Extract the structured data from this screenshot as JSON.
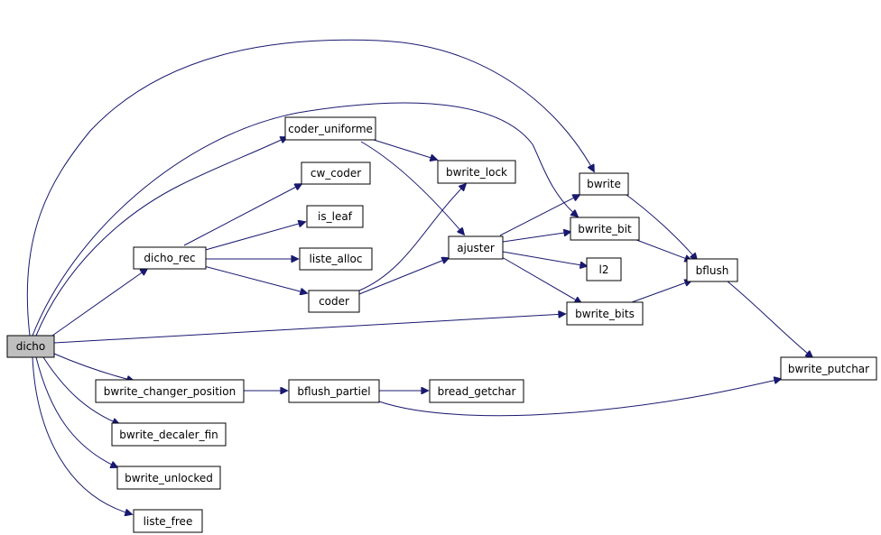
{
  "colors": {
    "edge": "#191970",
    "node_border": "#000000",
    "root_fill": "#bfbfbf",
    "node_fill": "#ffffff"
  },
  "nodes": {
    "dicho": "dicho",
    "coder_uniforme": "coder_uniforme",
    "cw_coder": "cw_coder",
    "is_leaf": "is_leaf",
    "liste_alloc": "liste_alloc",
    "coder": "coder",
    "dicho_rec": "dicho_rec",
    "bwrite_lock": "bwrite_lock",
    "ajuster": "ajuster",
    "bwrite": "bwrite",
    "bwrite_bit": "bwrite_bit",
    "l2": "l2",
    "bflush": "bflush",
    "bwrite_bits": "bwrite_bits",
    "bwrite_changer_position": "bwrite_changer_position",
    "bflush_partiel": "bflush_partiel",
    "bread_getchar": "bread_getchar",
    "bwrite_putchar": "bwrite_putchar",
    "bwrite_decaler_fin": "bwrite_decaler_fin",
    "bwrite_unlocked": "bwrite_unlocked",
    "liste_free": "liste_free"
  },
  "edges": [
    [
      "dicho",
      "bwrite"
    ],
    [
      "dicho",
      "bwrite_bit"
    ],
    [
      "dicho",
      "coder_uniforme"
    ],
    [
      "dicho",
      "dicho_rec"
    ],
    [
      "dicho",
      "bwrite_bits"
    ],
    [
      "dicho",
      "bwrite_changer_position"
    ],
    [
      "dicho",
      "bwrite_decaler_fin"
    ],
    [
      "dicho",
      "bwrite_unlocked"
    ],
    [
      "dicho",
      "liste_free"
    ],
    [
      "dicho_rec",
      "cw_coder"
    ],
    [
      "dicho_rec",
      "is_leaf"
    ],
    [
      "dicho_rec",
      "liste_alloc"
    ],
    [
      "dicho_rec",
      "coder"
    ],
    [
      "coder_uniforme",
      "bwrite_lock"
    ],
    [
      "coder_uniforme",
      "ajuster"
    ],
    [
      "coder",
      "bwrite_lock"
    ],
    [
      "coder",
      "ajuster"
    ],
    [
      "ajuster",
      "bwrite"
    ],
    [
      "ajuster",
      "bwrite_bit"
    ],
    [
      "ajuster",
      "l2"
    ],
    [
      "ajuster",
      "bwrite_bits"
    ],
    [
      "bwrite",
      "bflush"
    ],
    [
      "bwrite_bit",
      "bflush"
    ],
    [
      "bwrite_bits",
      "bflush"
    ],
    [
      "bflush",
      "bwrite_putchar"
    ],
    [
      "bwrite_changer_position",
      "bflush_partiel"
    ],
    [
      "bflush_partiel",
      "bread_getchar"
    ],
    [
      "bflush_partiel",
      "bwrite_putchar"
    ]
  ]
}
